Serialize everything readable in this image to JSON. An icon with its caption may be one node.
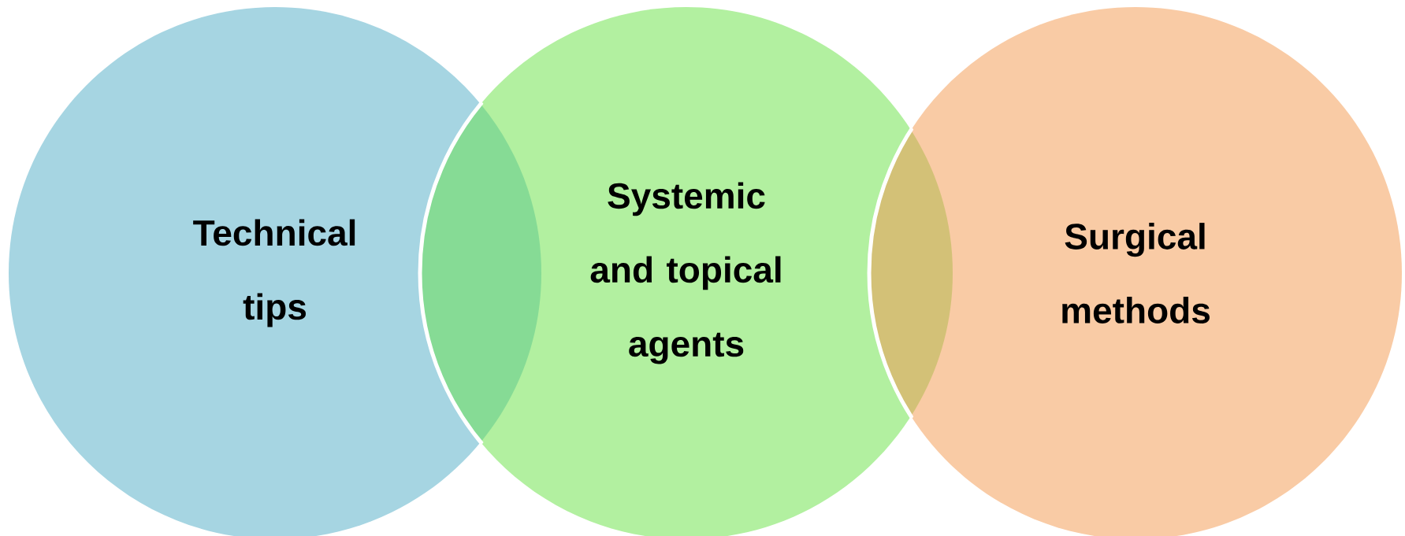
{
  "diagram": {
    "nodes": [
      {
        "text": [
          "Technical tips"
        ]
      },
      {
        "text": [
          "Systemic and topical agents"
        ]
      },
      {
        "text": [
          "Surgical methods"
        ]
      }
    ]
  }
}
